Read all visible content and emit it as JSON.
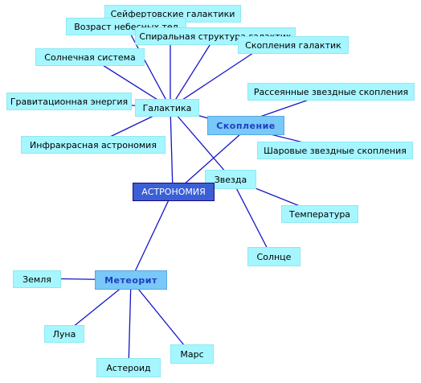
{
  "nodes": {
    "seyfert": "Сейфертовские галактики",
    "vozrast": "Возраст небесных тел",
    "spiral": "Спиральная структура галактик",
    "skopleniya_galaktik": "Скопления галактик",
    "solnechnaya": "Солнечная система",
    "rasseyannye": "Рассеянные звездные скопления",
    "gravit": "Гравитационная энергия",
    "galaktika": "Галактика",
    "skoplenie": "Скопление",
    "infrakrasnaya": "Инфракрасная астрономия",
    "sharovye": "Шаровые звездные скопления",
    "zvezda": "Звезда",
    "astronomiya": "АСТРОНОМИЯ",
    "temperatura": "Температура",
    "solntse": "Солнце",
    "zemlya": "Земля",
    "meteorit": "Метеорит",
    "luna": "Луна",
    "mars": "Марс",
    "asteroid": "Астероид"
  },
  "colors": {
    "edge": "#1515c8",
    "leaf_fill": "#a6f6ff",
    "hub_fill": "#78c8f8",
    "hub_text": "#1f3fc0",
    "root_fill": "#3a5fd6",
    "root_border": "#1a0a80"
  }
}
